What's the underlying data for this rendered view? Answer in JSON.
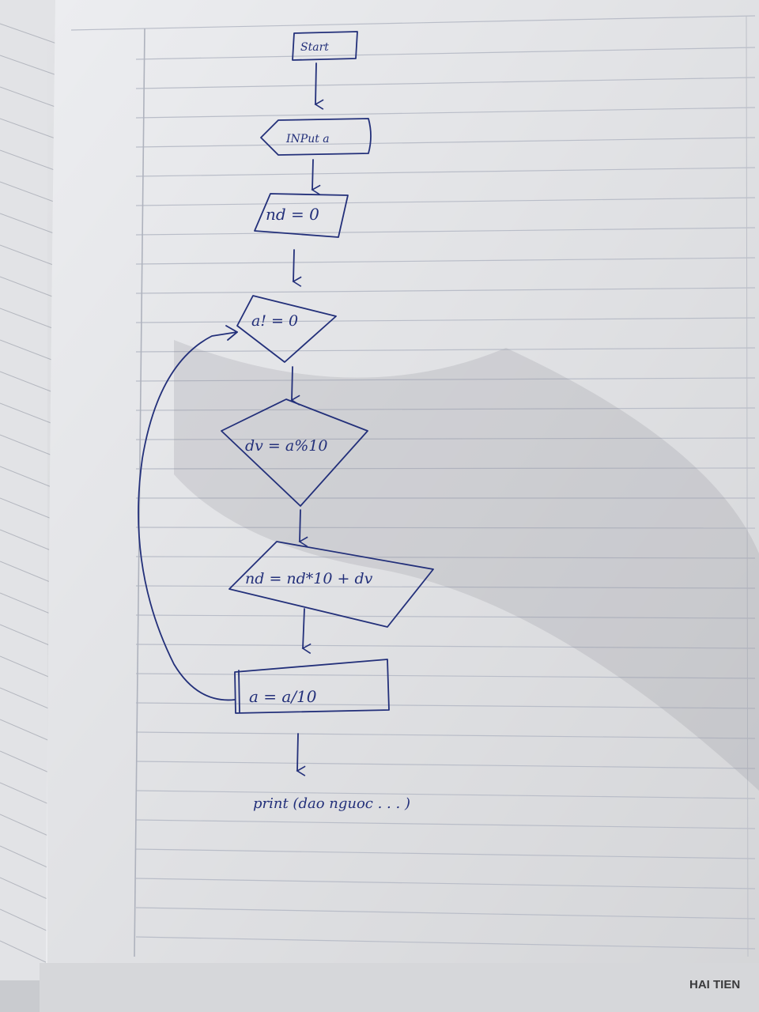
{
  "colors": {
    "ink": "#23307a",
    "paper": "#ecedf0",
    "rule": "#b9bdc8",
    "margin_line": "#aeb2bd",
    "shadow": "#b9bcc3"
  },
  "flowchart": {
    "start": "Start",
    "input": "INPut a",
    "init": "nd = 0",
    "condition": "a! = 0",
    "digit": "dv = a%10",
    "update": "nd = nd*10 + dv",
    "divide": "a = a/10",
    "output": "print (dao nguoc . . . )"
  },
  "footer": {
    "brand": "HAI TIEN"
  }
}
